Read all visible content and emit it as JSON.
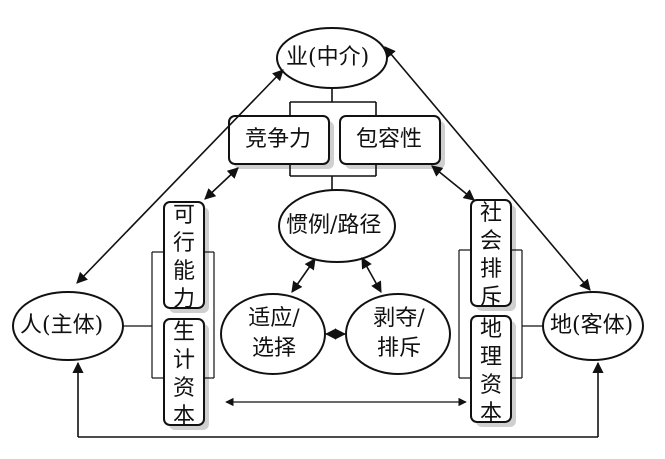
{
  "nodes": {
    "ye": "业(中介)",
    "ren": "人(主体)",
    "di": "地(客体)",
    "jingzhengli": "竞争力",
    "baorongxing": "包容性",
    "guanli_lujing": "惯例/路径",
    "shiying": [
      "适应/",
      "选择"
    ],
    "boduo": [
      "剥夺/",
      "排斥"
    ],
    "kexingnengli": [
      "可",
      "行",
      "能",
      "力"
    ],
    "shengjiziben": [
      "生",
      "计",
      "资",
      "本"
    ],
    "shehuipaichi": [
      "社",
      "会",
      "排",
      "斥"
    ],
    "dilizibeng": [
      "地",
      "理",
      "资",
      "本"
    ]
  }
}
